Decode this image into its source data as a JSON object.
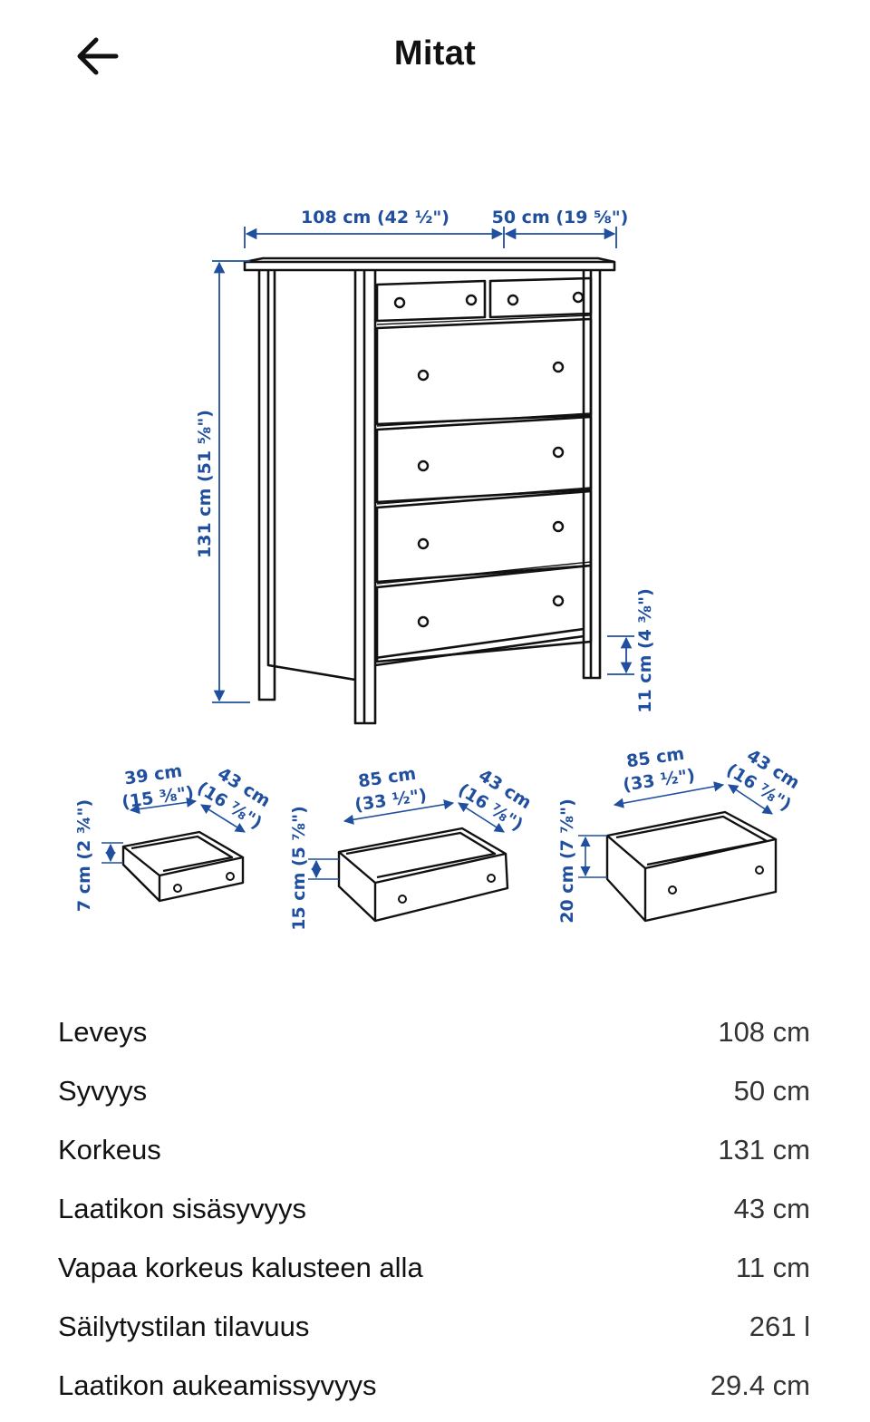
{
  "header": {
    "title": "Mitat",
    "back_icon": "arrow-left-icon"
  },
  "diagram": {
    "ink_color": "#111111",
    "dimension_color": "#1f4f9e",
    "labels": {
      "width": "108 cm (42 ½\")",
      "depth": "50 cm (19 ⅝\")",
      "height": "131 cm (51 ⅝\")",
      "clearance": "11 cm (4 ⅜\")"
    },
    "drawers": [
      {
        "height": "7 cm (2 ¾\")",
        "width_cm": "39 cm",
        "width_in": "(15 ⅜\")",
        "depth_cm": "43 cm",
        "depth_in": "(16 ⅞\")"
      },
      {
        "height": "15 cm (5 ⅞\")",
        "width_cm": "85 cm",
        "width_in": "(33 ½\")",
        "depth_cm": "43 cm",
        "depth_in": "(16 ⅞\")"
      },
      {
        "height": "20 cm (7 ⅞\")",
        "width_cm": "85 cm",
        "width_in": "(33 ½\")",
        "depth_cm": "43 cm",
        "depth_in": "(16 ⅞\")"
      }
    ]
  },
  "specs": [
    {
      "label": "Leveys",
      "value": "108 cm"
    },
    {
      "label": "Syvyys",
      "value": "50 cm"
    },
    {
      "label": "Korkeus",
      "value": "131 cm"
    },
    {
      "label": "Laatikon sisäsyvyys",
      "value": "43 cm"
    },
    {
      "label": "Vapaa korkeus kalusteen alla",
      "value": "11 cm"
    },
    {
      "label": "Säilytystilan tilavuus",
      "value": "261 l"
    },
    {
      "label": "Laatikon aukeamissyvyys",
      "value": "29.4 cm"
    }
  ]
}
